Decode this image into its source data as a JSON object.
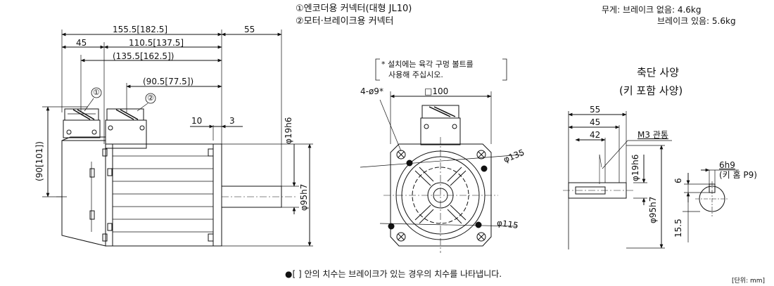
{
  "header": {
    "connector_1": "①엔코더용 커넥터(대형 JL10)",
    "connector_2": "②모터·브레이크용 커넥터",
    "weight_line_1": "무게: 브레이크 없음: 4.6kg",
    "weight_line_2": "브레이크 있음: 5.6kg"
  },
  "side_view": {
    "dim_total": "155.5[182.5]",
    "dim_shaft": "55",
    "dim_45": "45",
    "dim_110": "110.5[137.5]",
    "dim_135": "(135.5[162.5])",
    "dim_90_5": "(90.5[77.5])",
    "callout_1": "①",
    "callout_2": "②",
    "dim_10": "10",
    "dim_3": "3",
    "dim_height": "(90[101])",
    "dim_shaft_dia": "φ19h6",
    "dim_pilot_dia": "φ95h7"
  },
  "front_view": {
    "note_line_1": "* 설치에는 육각 구멍 볼트를",
    "note_line_2": "사용해 주십시오.",
    "hole_label": "4-ø9*",
    "square_label": "□100",
    "dia_135": "φ135",
    "dia_115": "φ115"
  },
  "shaft_spec": {
    "title_1": "축단 사양",
    "title_2": "(키 포함 사양)",
    "dim_55": "55",
    "dim_45": "45",
    "dim_42": "42",
    "m3_label": "M3 관통",
    "dia_19": "φ19h6",
    "dia_95": "φ95h7",
    "key_width": "6h9",
    "key_note": "(키 홈 P9)",
    "dim_6": "6",
    "dim_15_5": "15.5"
  },
  "footer": {
    "note": "●[ ] 안의 치수는 브레이크가 있는 경우의 치수를 나타냅니다.",
    "unit": "[단위: mm]"
  }
}
